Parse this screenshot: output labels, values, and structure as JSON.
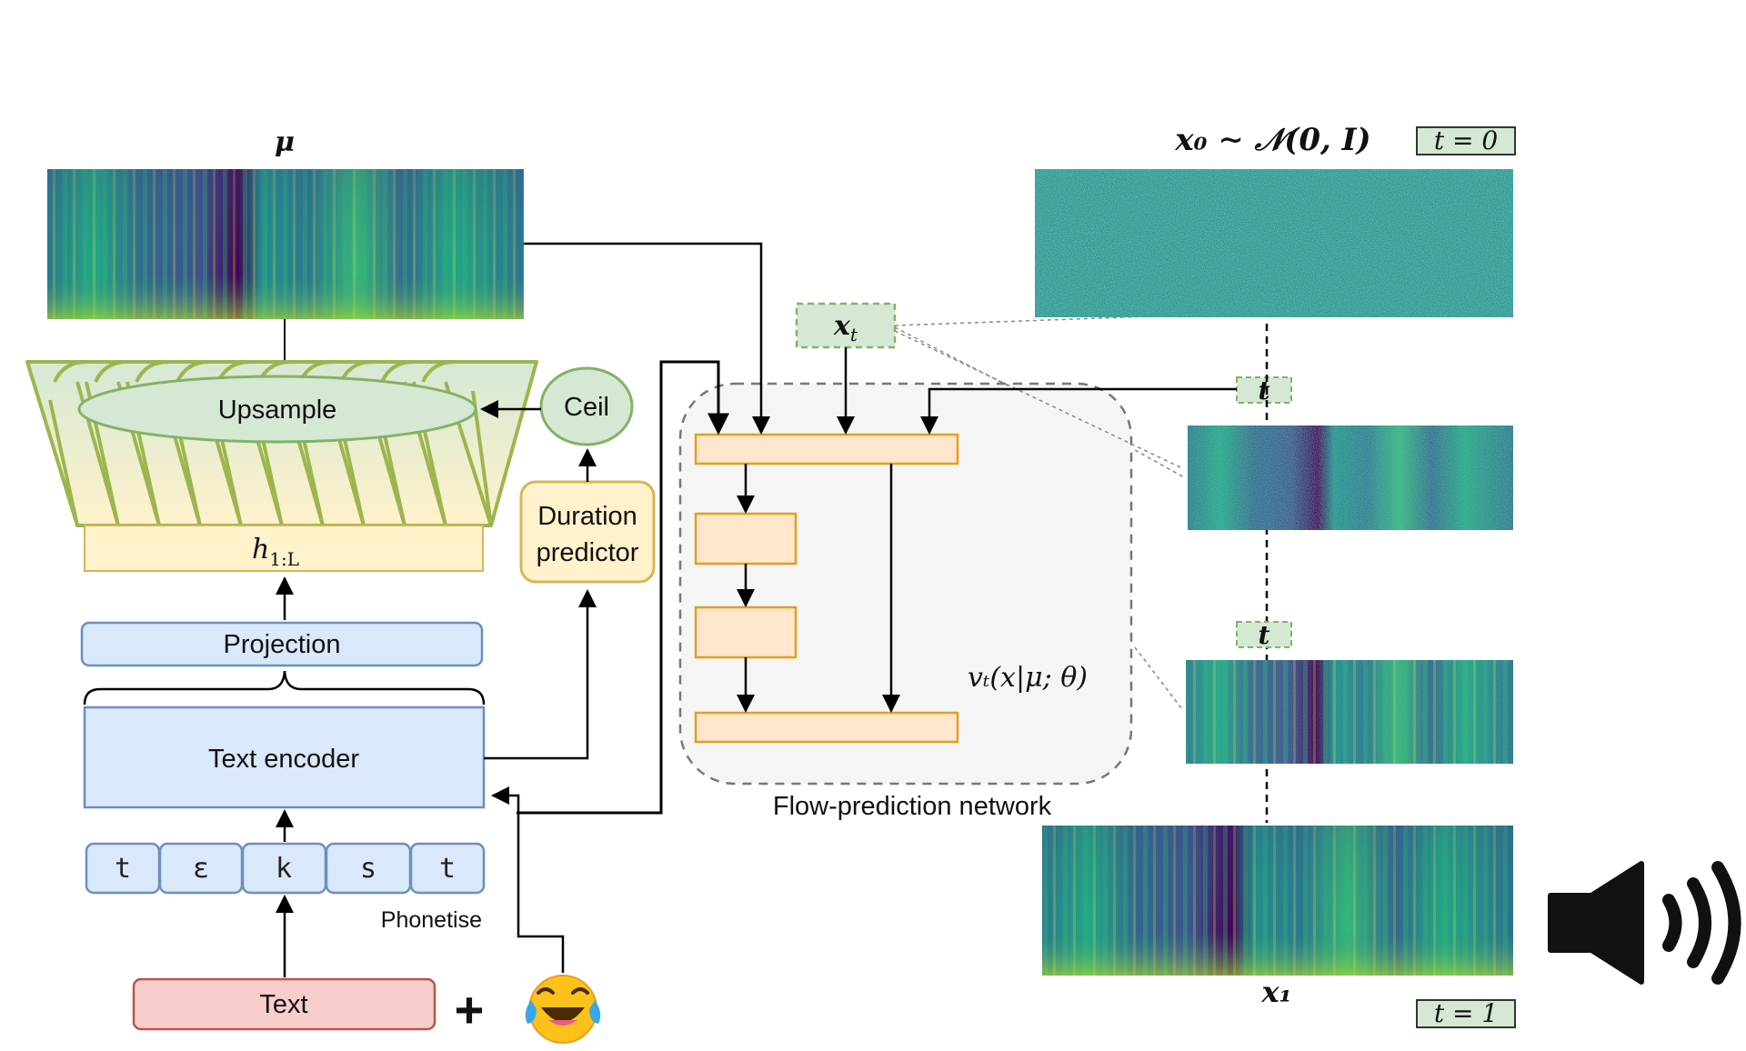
{
  "labels": {
    "mu": "μ",
    "upsample": "Upsample",
    "ceil": "Ceil",
    "h": "h",
    "h_sub": "1:L",
    "duration_line1": "Duration",
    "duration_line2": "predictor",
    "projection": "Projection",
    "text_encoder": "Text encoder",
    "phonetise": "Phonetise",
    "text": "Text",
    "plus": "+",
    "emoji": "😂",
    "x0_label": "x₀ ∼ 𝒩(0, I)",
    "t0": "t = 0",
    "xt": "x",
    "xt_sub": "t",
    "t_mid1": "t",
    "t_mid2": "t",
    "vt": "vₜ(x|μ; θ)",
    "flow_network": "Flow-prediction network",
    "x1_label": "x₁",
    "t1": "t = 1"
  },
  "phonemes": [
    "t",
    "ɛ",
    "k",
    "s",
    "t"
  ],
  "colors": {
    "encoder_fill": "#dae8fc",
    "encoder_stroke": "#6c8ebf",
    "text_fill": "#f8cecc",
    "text_stroke": "#b85450",
    "upsample_fill": "#d5e8d4",
    "upsample_stroke": "#9cb64e",
    "duration_fill": "#fff2cc",
    "duration_stroke": "#d6b656",
    "flow_block_fill": "#ffe6cc",
    "flow_block_stroke": "#e0a020",
    "tag_fill": "#d5e8d4",
    "tag_stroke": "#82b366",
    "network_fill": "#f5f5f5"
  },
  "icons": [
    "speaker-icon",
    "laughing-emoji-icon"
  ]
}
